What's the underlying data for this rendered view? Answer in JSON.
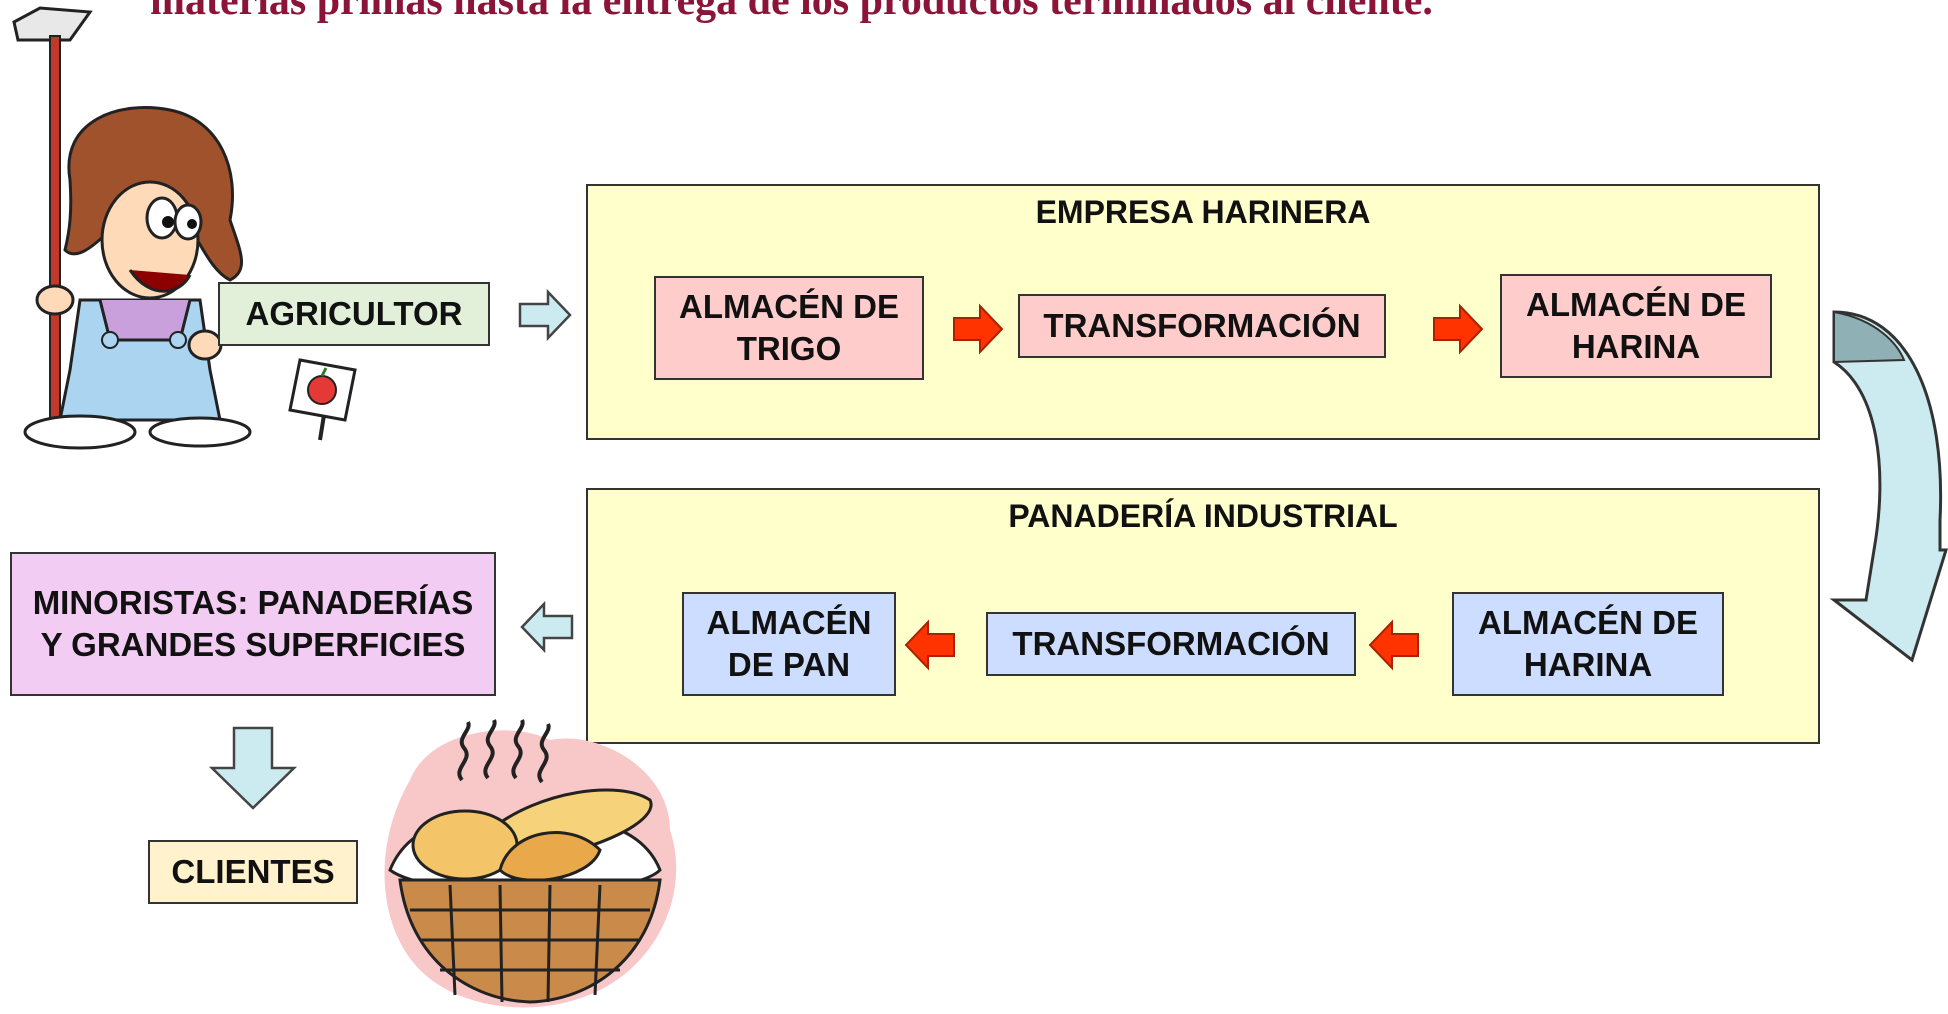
{
  "title": "materias primas hasta la entrega de los productos terminados al cliente.",
  "nodes": {
    "agricultor": "AGRICULTOR",
    "empresa_harinera": {
      "title": "EMPRESA HARINERA",
      "almacen_trigo": "ALMACÉN DE TRIGO",
      "transformacion": "TRANSFORMACIÓN",
      "almacen_harina": "ALMACÉN DE HARINA"
    },
    "panaderia_industrial": {
      "title": "PANADERÍA INDUSTRIAL",
      "almacen_harina": "ALMACÉN DE HARINA",
      "transformacion": "TRANSFORMACIÓN",
      "almacen_pan": "ALMACÉN DE PAN"
    },
    "minoristas": "MINORISTAS: PANADERÍAS Y GRANDES SUPERFICIES",
    "clientes": "CLIENTES"
  },
  "colors": {
    "title": "#8B1538",
    "panel": "#FFFFCC",
    "harinera_step": "#FFCCCC",
    "panaderia_step": "#CCDDFF",
    "agricultor": "#E2F0D9",
    "minoristas": "#F2CCF2",
    "clientes": "#FFF2CC",
    "red_arrow": "#FF3300",
    "flow_arrow": "#CCEBF0"
  },
  "illustrations": [
    "farmer-girl-clipart",
    "bread-basket-clipart"
  ]
}
